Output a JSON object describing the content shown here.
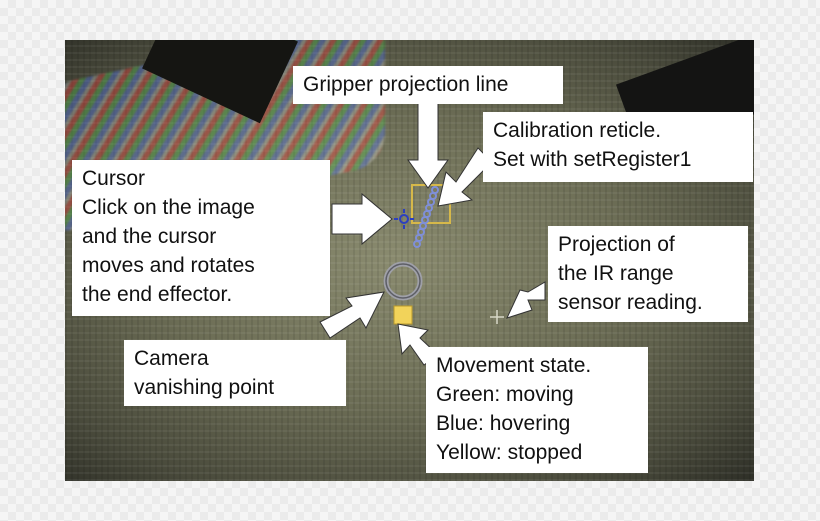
{
  "labels": {
    "gripper": "Gripper projection line",
    "calibration": "Calibration reticle.\nSet with setRegister1",
    "cursor": "Cursor\nClick on the image\nand the cursor\nmoves and rotates\nthe end effector.",
    "ir_range": "Projection of\nthe IR range\nsensor reading.",
    "camera": "Camera\nvanishing point",
    "movement": "Movement state.\nGreen: moving\nBlue: hovering\nYellow: stopped"
  },
  "colors": {
    "callout_bg": "#ffffff",
    "reticle": "#d6b84a",
    "gripper_line": "#7f8fd8",
    "cursor": "#2c3fbf",
    "state_indicator": "#f2d35a"
  },
  "icons": {
    "cursor": "crosshair-cursor-icon",
    "ir_marker": "plus-marker-icon",
    "vanishing_point": "ring-icon",
    "state": "yellow-square-icon"
  }
}
